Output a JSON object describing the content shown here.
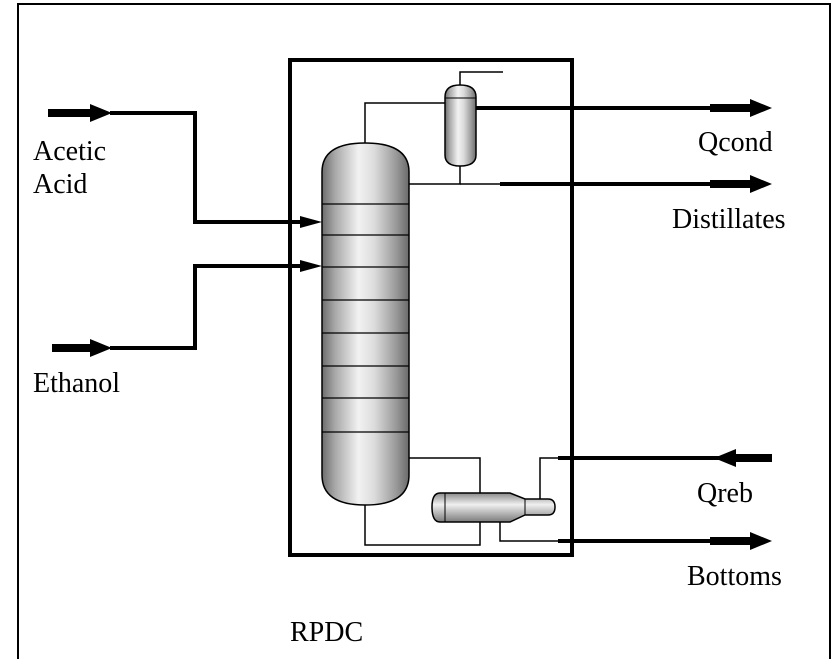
{
  "figure": {
    "system_label": "RPDC",
    "inputs": {
      "acetic_acid_line1": "Acetic",
      "acetic_acid_line2": "Acid",
      "ethanol": "Ethanol"
    },
    "outputs": {
      "qcond": "Qcond",
      "distillates": "Distillates",
      "qreb": "Qreb",
      "bottoms": "Bottoms"
    }
  },
  "colors": {
    "line": "#000000",
    "vessel_dark": "#6d6d6d",
    "vessel_light": "#f2f2f2",
    "background": "#ffffff"
  }
}
